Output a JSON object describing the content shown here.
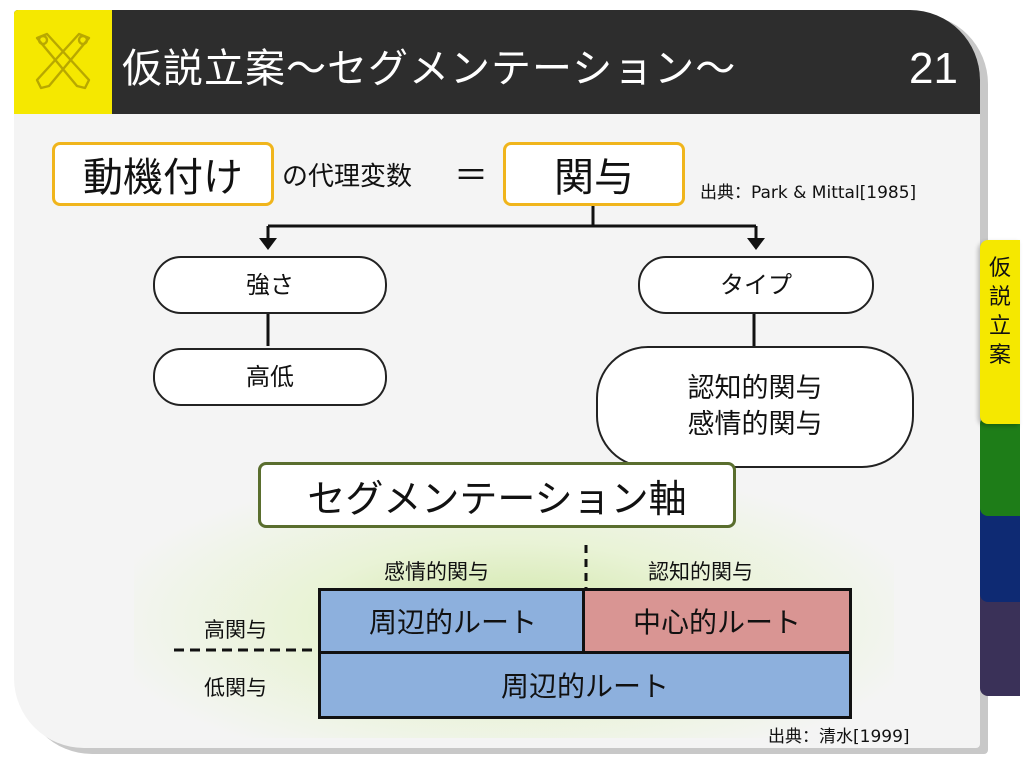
{
  "slide": {
    "title": "仮説立案～セグメンテーション～",
    "page_number": "21"
  },
  "top_row": {
    "motivation": "動機付け",
    "proxy_text": "の代理変数",
    "equals_symbol": "＝",
    "involvement": "関与",
    "citation": "出典：Park & Mittal[1985]"
  },
  "tree": {
    "left_label": "強さ",
    "left_child": "高低",
    "right_label": "タイプ",
    "right_child_line1": "認知的関与",
    "right_child_line2": "感情的関与"
  },
  "segmentation": {
    "axis_title": "セグメンテーション軸",
    "col_emotional": "感情的関与",
    "col_cognitive": "認知的関与",
    "row_high": "高関与",
    "row_low": "低関与",
    "cell_high_emotional": "周辺的ルート",
    "cell_high_cognitive": "中心的ルート",
    "cell_low": "周辺的ルート",
    "citation": "出典：清水[1999]"
  },
  "side_nav": {
    "active_tab_label": "仮説立案"
  },
  "colors": {
    "header_bg": "#2d2d2d",
    "accent_yellow": "#f5e800",
    "peripheral_blue": "#8db0dd",
    "central_red": "#d99593",
    "tab_green": "#1e7d18",
    "tab_blue": "#0e2a73",
    "tab_purple": "#3a3158"
  }
}
